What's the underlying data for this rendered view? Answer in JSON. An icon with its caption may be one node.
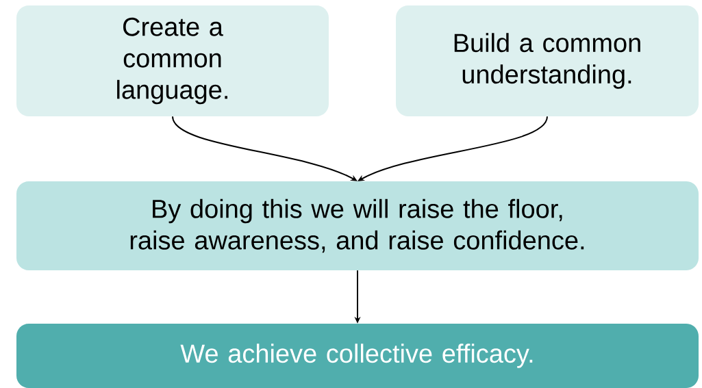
{
  "diagram": {
    "nodes": [
      {
        "text": [
          "Create a common language."
        ]
      },
      {
        "text": [
          "Build a common understanding."
        ]
      },
      {
        "text": [
          "By doing this we will raise the floor, raise awareness, and raise confidence."
        ]
      },
      {
        "text": [
          "We achieve collective efficacy."
        ]
      }
    ],
    "edges": [
      {
        "from": 0,
        "to": 2,
        "arrow": "to"
      },
      {
        "from": 1,
        "to": 2,
        "arrow": "to"
      },
      {
        "from": 2,
        "to": 3,
        "arrow": "to"
      }
    ]
  }
}
